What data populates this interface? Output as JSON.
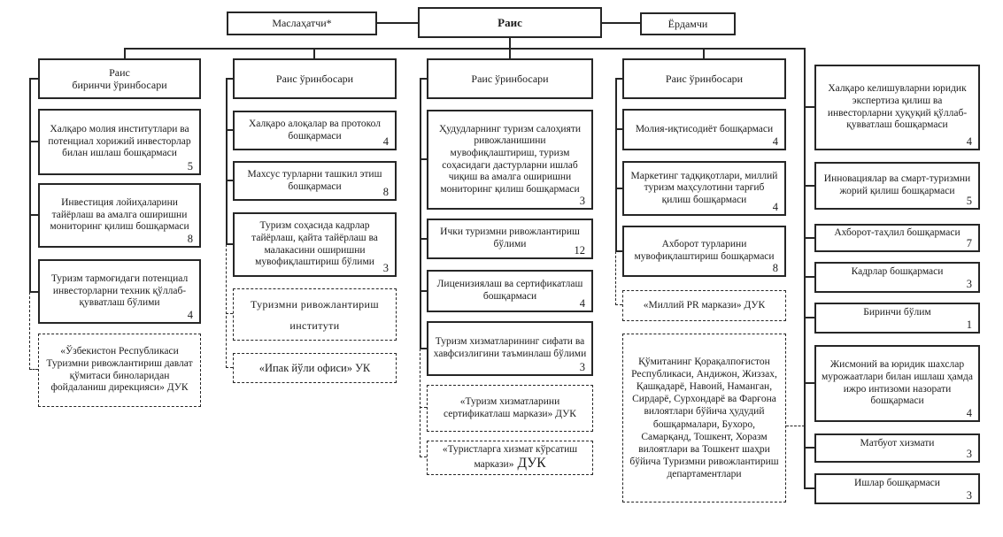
{
  "top_row": {
    "advisor": {
      "label": "Маслаҳатчи*"
    },
    "chairman": {
      "label": "Раис"
    },
    "assistant": {
      "label": "Ёрдамчи"
    }
  },
  "columns": [
    {
      "header": "Раис\nбиринчи ўринбосари",
      "boxes": [
        {
          "label": "Халқаро молия институтлари ва потенциал хорижий инвесторлар билан ишлаш бошқармаси",
          "count": "5"
        },
        {
          "label": "Инвестиция лойиҳаларини тайёрлаш ва амалга оширишни мониторинг қилиш бошқармаси",
          "count": "8"
        },
        {
          "label": "Туризм тармоғидаги потенциал инвесторларни техник қўллаб-қувватлаш бўлими",
          "count": "4"
        },
        {
          "label": "«Ўзбекистон Республикаси Туризмни ривожлантириш давлат қўмитаси биноларидан фойдаланиш дирекцияси» ДУК"
        }
      ]
    },
    {
      "header": "Раис ўринбосари",
      "boxes": [
        {
          "label": "Халқаро алоқалар ва протокол бошқармаси",
          "count": "4"
        },
        {
          "label": "Махсус турларни ташкил этиш бошқармаси",
          "count": "8"
        },
        {
          "label": "Туризм соҳасида кадрлар тайёрлаш, қайта тайёрлаш ва малакасини оширишни мувофиқлаштириш бўлими",
          "count": "3"
        },
        {
          "label": "Туризмни ривожлантириш\nинститути"
        },
        {
          "label": "«Ипак йўли офиси» УК"
        }
      ]
    },
    {
      "header": "Раис ўринбосари",
      "boxes": [
        {
          "label": "Ҳудудларнинг туризм салоҳияти ривожланишини мувофиқлаштириш, туризм соҳасидаги дастурларни ишлаб чиқиш ва амалга оширишни мониторинг қилиш бошқармаси",
          "count": "3"
        },
        {
          "label": "Ички туризмни ривожлантириш бўлими",
          "count": "12"
        },
        {
          "label": "Лиценизиялаш ва сертификатлаш бошқармаси",
          "count": "4"
        },
        {
          "label": "Туризм хизматларининг сифати ва хавфсизлигини таъминлаш бўлими",
          "count": "3"
        },
        {
          "label": "«Туризм хизматларини сертификатлаш маркази» ДУК"
        },
        {
          "label": "«Туристларга хизмат кўрсатиш маркази»",
          "suffix": "ДУК"
        }
      ]
    },
    {
      "header": "Раис ўринбосари",
      "boxes": [
        {
          "label": "Молия-иқтисодиёт бошқармаси",
          "count": "4"
        },
        {
          "label": "Маркетинг тадқиқотлари, миллий туризм маҳсулотини тарғиб қилиш бошқармаси",
          "count": "4"
        },
        {
          "label": "Ахборот турларини мувофиқлаштириш бошқармаси",
          "count": "8"
        },
        {
          "label": "«Миллий PR маркази» ДУК"
        },
        {
          "label": "Қўмитанинг Қорақалпоғистон Республикаси, Андижон, Жиззах, Қашқадарё, Навоий, Наманган, Сирдарё, Сурхондарё ва Фарғона вилоятлари бўйича ҳудудий бошқармалари, Бухоро, Самарқанд, Тошкент, Хоразм вилоятлари ва Тошкент шаҳри бўйича Туризмни ривожлантириш департаментлари"
        }
      ]
    },
    {
      "header": null,
      "boxes": [
        {
          "label": "Халқаро келишувларни юридик экспертиза қилиш ва инвесторларни ҳуқуқий қўллаб-қувватлаш бошқармаси",
          "count": "4"
        },
        {
          "label": "Инновациялар ва смарт-туризмни жорий қилиш бошқармаси",
          "count": "5"
        },
        {
          "label": "Ахборот-таҳлил бошқармаси",
          "count": "7"
        },
        {
          "label": "Кадрлар бошқармаси",
          "count": "3"
        },
        {
          "label": "Биринчи бўлим",
          "count": "1"
        },
        {
          "label": "Жисмоний ва юридик шахслар мурожаатлари билан ишлаш ҳамда ижро интизоми назорати бошқармаси",
          "count": "4"
        },
        {
          "label": "Матбуот хизмати",
          "count": "3"
        },
        {
          "label": "Ишлар бошқармаси",
          "count": "3"
        }
      ]
    }
  ]
}
